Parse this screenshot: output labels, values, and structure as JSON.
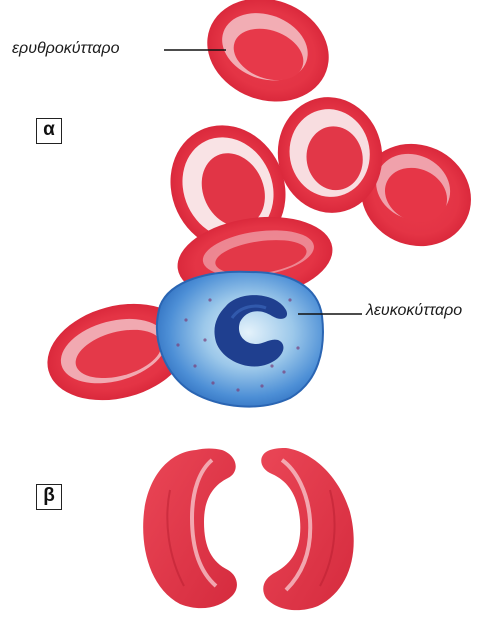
{
  "labels": {
    "red_cell": "ερυθροκύτταρο",
    "white_cell": "λευκοκύτταρο"
  },
  "panels": {
    "a": "α",
    "b": "β"
  },
  "colors": {
    "red_cell": "#e8394a",
    "red_cell_dark": "#c81f35",
    "red_cell_light": "#f7c9cd",
    "white_cell": "#4d8fd6",
    "white_cell_light": "#cfe6f7",
    "nucleus": "#1f3f8f"
  }
}
